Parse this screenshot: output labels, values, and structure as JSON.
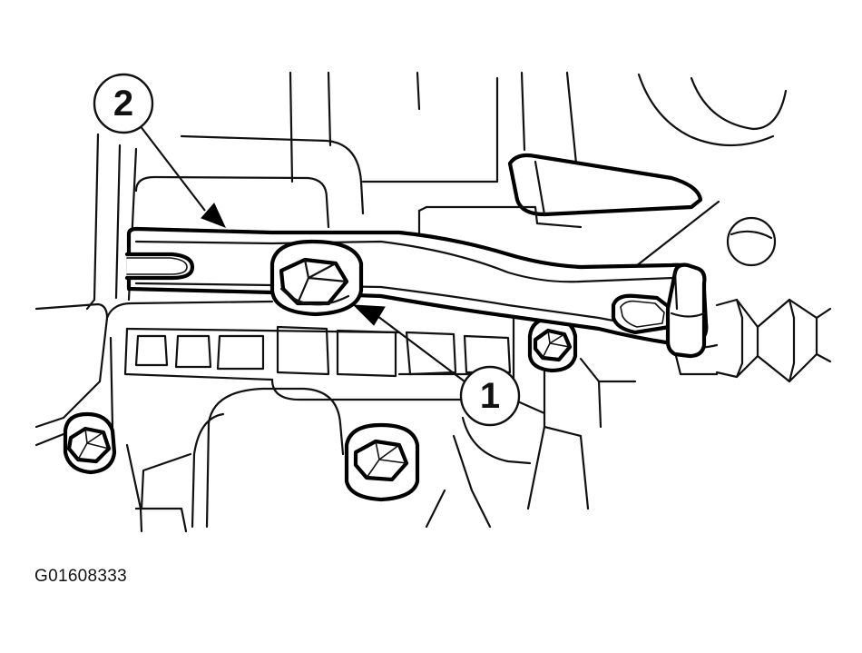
{
  "callouts": {
    "one": {
      "label": "1"
    },
    "two": {
      "label": "2"
    }
  },
  "figure": {
    "code": "G01608333"
  }
}
